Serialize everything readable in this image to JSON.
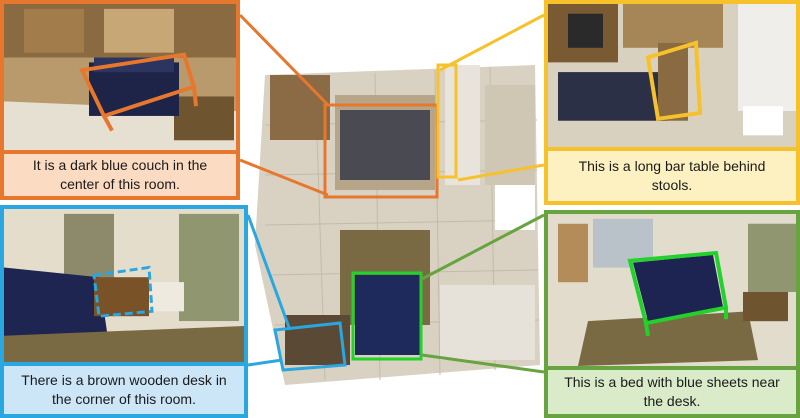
{
  "captions": {
    "couch": "It is a dark blue couch in the center of this room.",
    "bar_table": "This is a long bar table behind stools.",
    "desk": "There is a brown wooden desk in the corner of this room.",
    "bed": "This is a bed with blue sheets near the desk."
  },
  "colors": {
    "couch": "#e8772e",
    "bar_table": "#f6c12b",
    "desk": "#2aa6e0",
    "bed": "#67a33f"
  }
}
